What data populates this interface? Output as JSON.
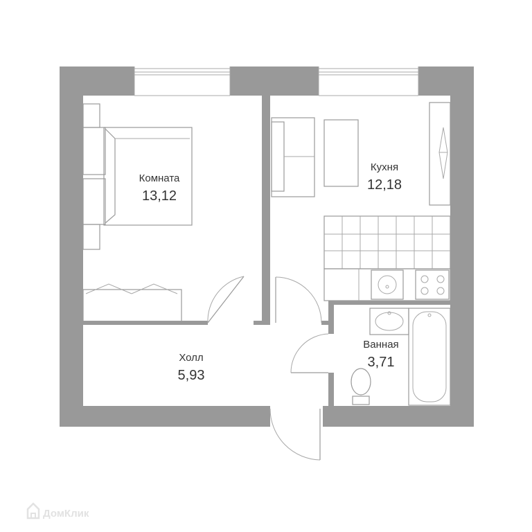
{
  "colors": {
    "wall": "#999999",
    "line": "#9a9a9a",
    "text": "#333333",
    "watermark": "#e2e2e2"
  },
  "rooms": {
    "room": {
      "name": "Комната",
      "area": "13,12"
    },
    "kitchen": {
      "name": "Кухня",
      "area": "12,18"
    },
    "hall": {
      "name": "Холл",
      "area": "5,93"
    },
    "bathroom": {
      "name": "Ванная",
      "area": "3,71"
    }
  },
  "watermark": {
    "text": "ДомКлик",
    "icon": "house-logo-icon"
  }
}
